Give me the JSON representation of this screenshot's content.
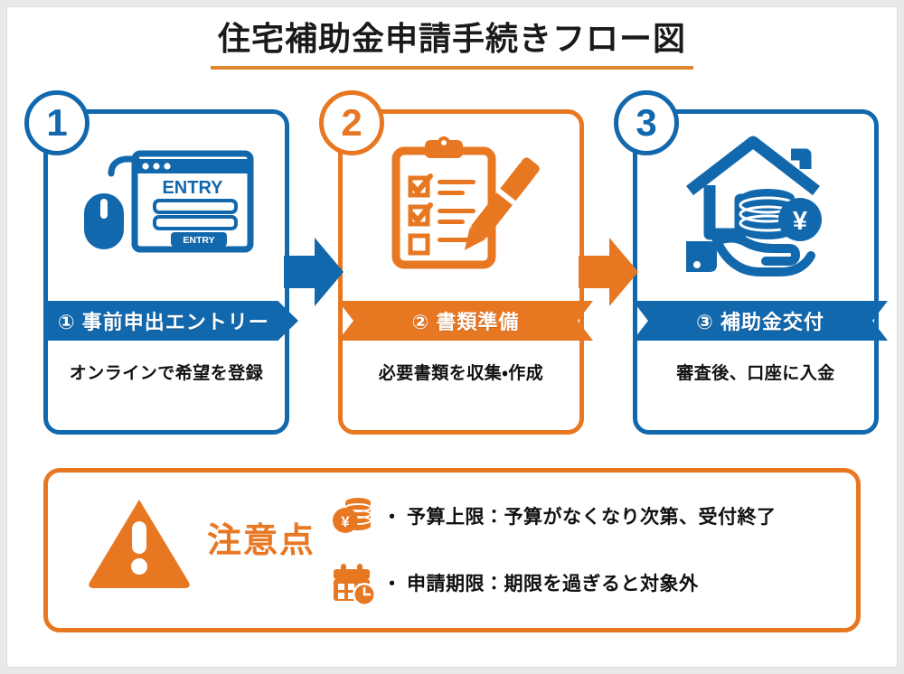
{
  "title": "住宅補助金申請手続きフロー図",
  "colors": {
    "blue": "#1268ad",
    "orange": "#e87722",
    "title_underline": "#e0862f",
    "background": "#ffffff"
  },
  "steps": [
    {
      "number": "1",
      "badge_label": "1",
      "banner_label": "① 事前申出エントリー",
      "caption": "オンラインで希望を登録",
      "color": "#1268ad",
      "icon": "browser-entry-mouse-icon",
      "icon_texts": {
        "heading": "ENTRY",
        "button": "ENTRY"
      }
    },
    {
      "number": "2",
      "badge_label": "2",
      "banner_label": "② 書類準備",
      "caption": "必要書類を収集・作成",
      "color": "#e87722",
      "icon": "clipboard-checklist-pen-icon"
    },
    {
      "number": "3",
      "badge_label": "3",
      "banner_label": "③ 補助金交付",
      "caption": "審査後、口座に入金",
      "color": "#1268ad",
      "icon": "house-hand-coins-yen-icon"
    }
  ],
  "arrows": [
    {
      "name": "arrow-step1-to-step2",
      "color": "#1268ad"
    },
    {
      "name": "arrow-step2-to-step3",
      "color": "#e87722"
    }
  ],
  "notes": {
    "title": "注意点",
    "icon": "warning-triangle-icon",
    "items": [
      {
        "icon": "coins-yen-icon",
        "bullet": "・",
        "text": "予算上限：予算がなくなり次第、受付終了"
      },
      {
        "icon": "calendar-clock-icon",
        "bullet": "・",
        "text": "申請期限：期限を過ぎると対象外"
      }
    ]
  }
}
